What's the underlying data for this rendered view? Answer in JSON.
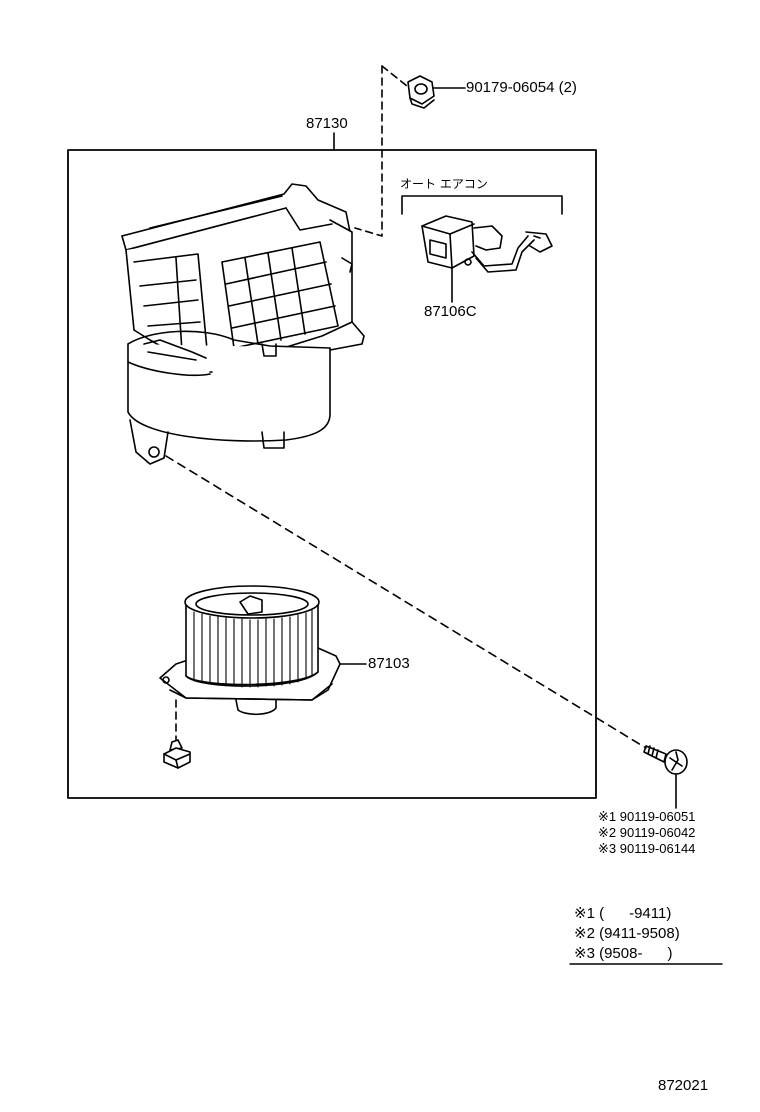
{
  "parts": {
    "nut": "90179-06054 (2)",
    "case": "87130",
    "auto_ac_label": "オート エアコン",
    "servo": "87106C",
    "blower": "87103",
    "screw1": "※1 90119-06051",
    "screw2": "※2 90119-06042",
    "screw3": "※3 90119-06144"
  },
  "legend": {
    "row1": "※1 (      -9411)",
    "row2": "※2 (9411-9508)",
    "row3": "※3 (9508-      )"
  },
  "figure_number": "872021"
}
